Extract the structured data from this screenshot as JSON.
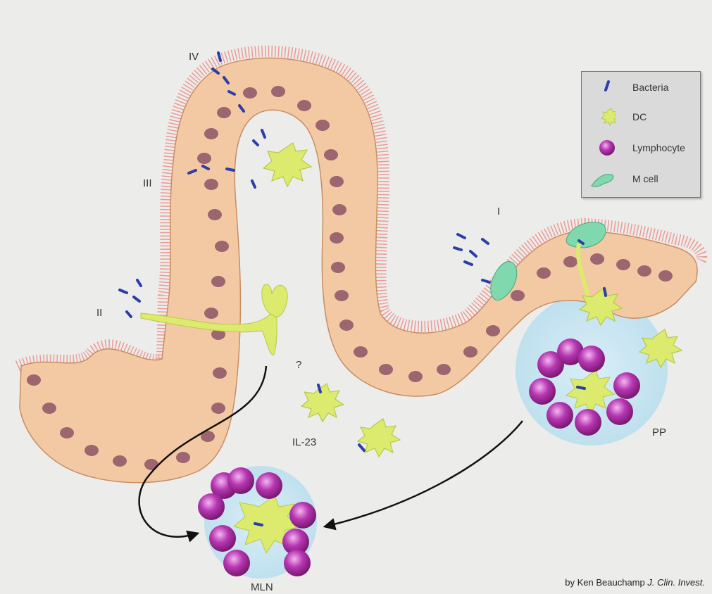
{
  "labels": {
    "I": "I",
    "II": "II",
    "III": "III",
    "IV": "IV",
    "question": "?",
    "il23": "IL-23",
    "pp": "PP",
    "mln": "MLN"
  },
  "legend": {
    "items": [
      {
        "label": "Bacteria",
        "icon": "bacteria-icon"
      },
      {
        "label": "DC",
        "icon": "dendritic-cell-icon"
      },
      {
        "label": "Lymphocyte",
        "icon": "lymphocyte-icon"
      },
      {
        "label": "M cell",
        "icon": "m-cell-icon"
      }
    ]
  },
  "credit": {
    "author": "by Ken Beauchamp",
    "journal": "J. Clin. Invest."
  },
  "colors": {
    "background": "#ececeb",
    "epithelium": "#f3c9a3",
    "nucleus": "#9c6570",
    "microvilli": "#e9968e",
    "bacteria": "#2a3fa8",
    "dendritic_cell": "#d9ec70",
    "lymphocyte": "#a0289c",
    "m_cell": "#7fd8ae",
    "lymph_zone": "#c9e6f2"
  }
}
